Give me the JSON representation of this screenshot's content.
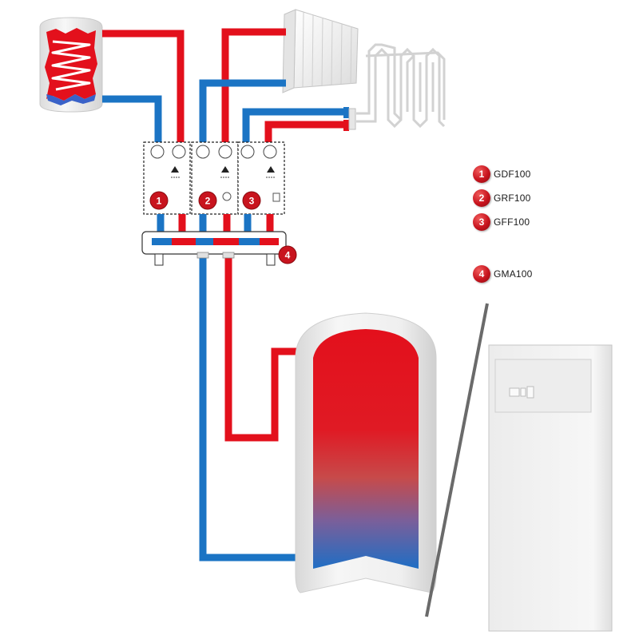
{
  "colors": {
    "hot_pipe": "#e3101c",
    "cold_pipe": "#1b74c4",
    "badge": "#c8141e",
    "tank_outer": "#e8e8e8",
    "cabinet": "#f2f2f2"
  },
  "module_badges": [
    "1",
    "2",
    "3"
  ],
  "manifold_badge": "4",
  "legend": [
    {
      "number": "1",
      "label": "GDF100"
    },
    {
      "number": "2",
      "label": "GRF100"
    },
    {
      "number": "3",
      "label": "GFF100"
    },
    {
      "number": "4",
      "label": "GMA100"
    }
  ]
}
